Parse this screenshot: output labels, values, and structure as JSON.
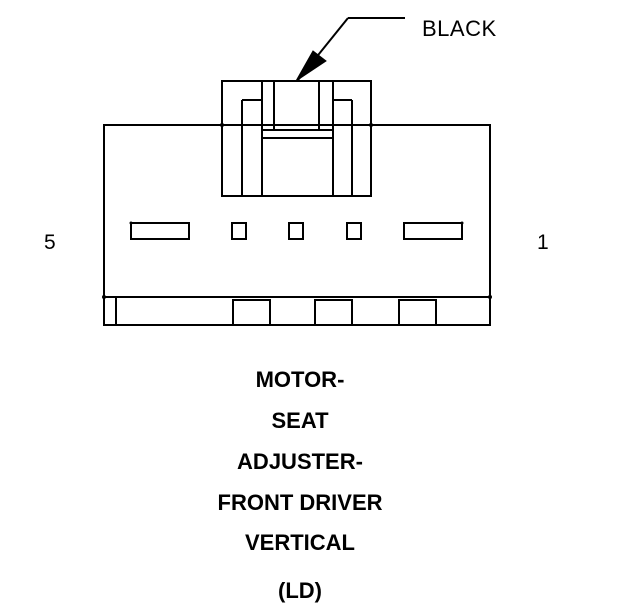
{
  "connector": {
    "color_callout": "BLACK",
    "pin_left": "5",
    "pin_right": "1"
  },
  "title_lines": [
    "MOTOR-",
    "SEAT",
    "ADJUSTER-",
    "FRONT DRIVER",
    "VERTICAL",
    "(LD)"
  ]
}
